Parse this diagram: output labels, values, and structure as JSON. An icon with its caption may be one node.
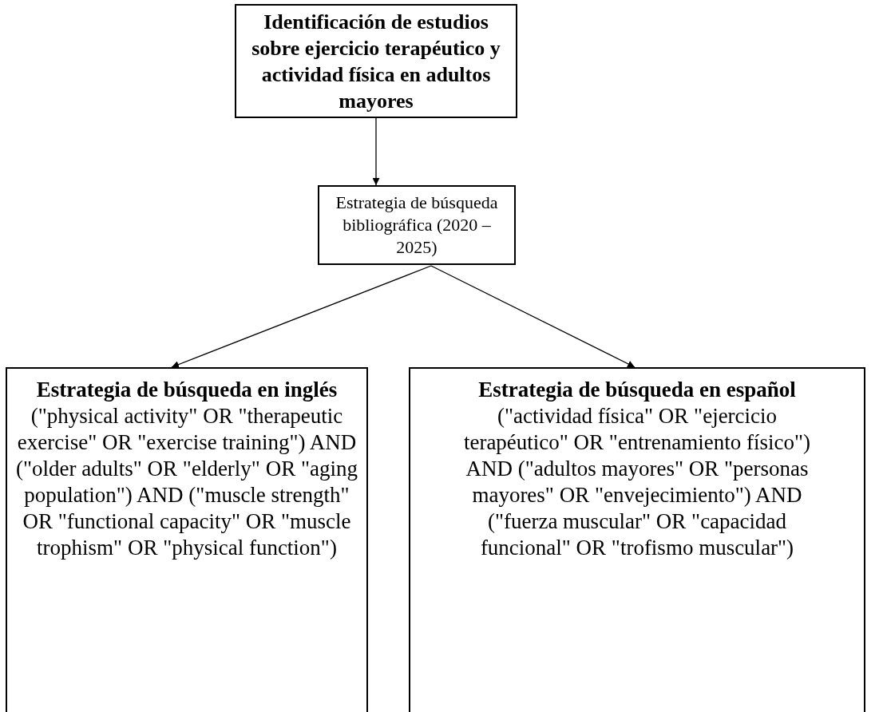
{
  "diagram": {
    "nodes": [
      {
        "text": [
          "Identificación de estudios sobre ejercicio terapéutico y actividad física en adultos mayores"
        ]
      },
      {
        "text": [
          "Estrategia de búsqueda bibliográfica (2020 – 2025)"
        ]
      },
      {
        "text": [
          "Estrategia de búsqueda en inglés",
          "(\"physical activity\" OR \"therapeutic exercise\" OR \"exercise training\") AND (\"older adults\" OR \"elderly\" OR \"aging population\") AND (\"muscle strength\" OR \"functional capacity\" OR \"muscle trophism\" OR \"physical function\")"
        ]
      },
      {
        "text": [
          "Estrategia de búsqueda en español",
          "(\"actividad física\" OR \"ejercicio terapéutico\" OR \"entrenamiento físico\") AND (\"adultos mayores\" OR \"personas mayores\" OR \"envejecimiento\") AND (\"fuerza muscular\" OR \"capacidad funcional\" OR \"trofismo muscular\")"
        ]
      }
    ],
    "edges": [
      {
        "from": 0,
        "to": 1,
        "arrow": "to"
      },
      {
        "from": 1,
        "to": 2,
        "arrow": "to"
      },
      {
        "from": 1,
        "to": 3,
        "arrow": "to"
      }
    ]
  }
}
